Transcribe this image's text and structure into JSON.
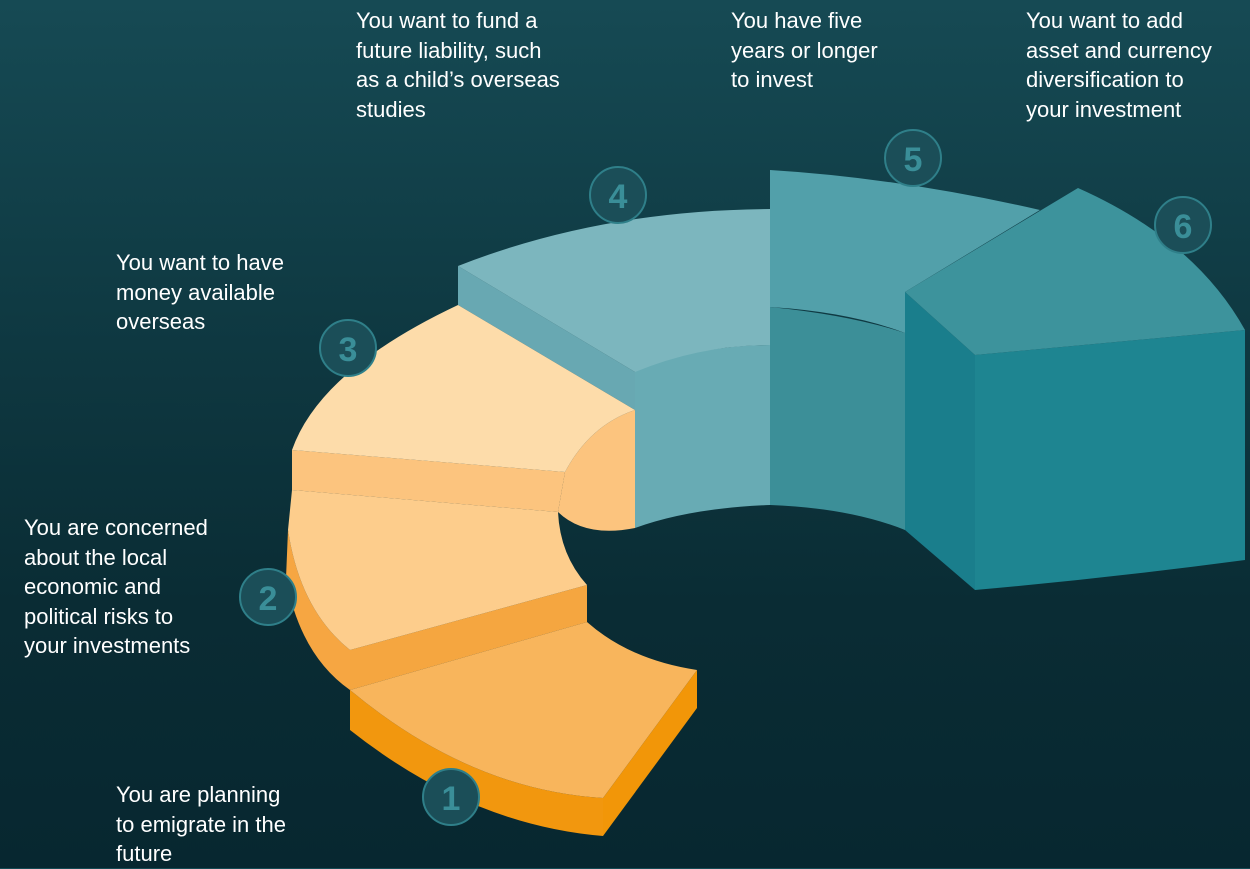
{
  "steps": [
    {
      "number": "1",
      "text": "You are planning\nto emigrate in the\nfuture"
    },
    {
      "number": "2",
      "text": "You are concerned\nabout the local\neconomic and\npolitical risks to\nyour investments"
    },
    {
      "number": "3",
      "text": "You want to have\nmoney available\noverseas"
    },
    {
      "number": "4",
      "text": "You want to fund a\nfuture liability, such\nas a child’s overseas\nstudies"
    },
    {
      "number": "5",
      "text": "You have five\nyears or longer\nto invest"
    },
    {
      "number": "6",
      "text": "You want to add\nasset and currency\ndiversification to\nyour investment"
    }
  ],
  "colors": {
    "background": "#0c3640",
    "segment_1": "#f8b55c",
    "segment_2": "#fdcd8c",
    "segment_3": "#fddcaa",
    "segment_4": "#7cb6be",
    "segment_5": "#52a0aa",
    "segment_6": "#3d939c",
    "badge_fill": "#1b4e58",
    "badge_text": "#3a8e98"
  }
}
